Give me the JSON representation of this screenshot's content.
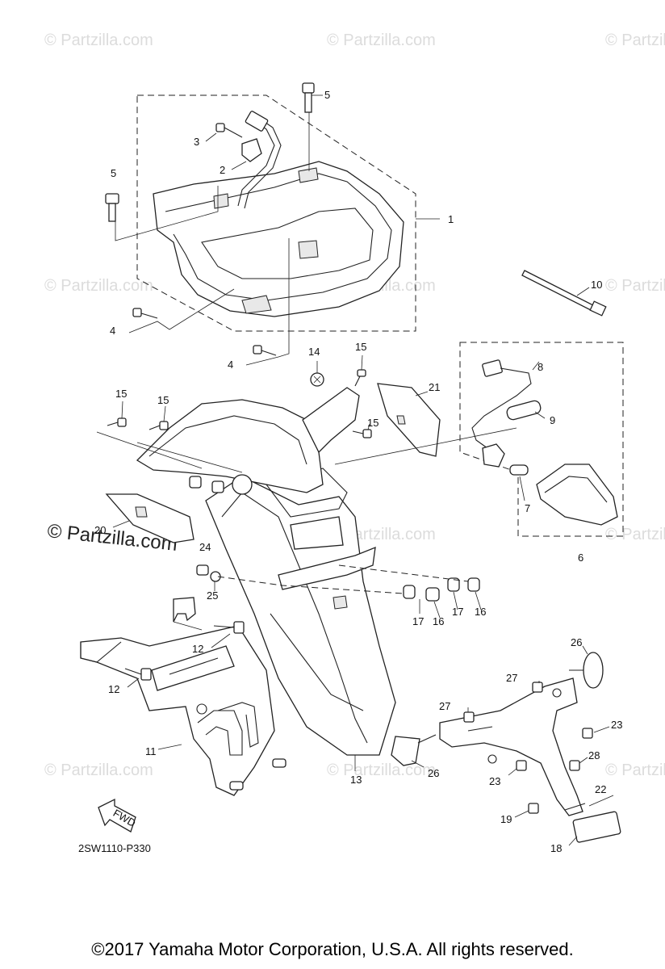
{
  "watermark": "© Partzilla.com",
  "reference_code": "2SW1110-P330",
  "fwd_label": "FWD",
  "copyright": "©2017 Yamaha Motor Corporation, U.S.A. All rights reserved.",
  "callouts": {
    "c1": "1",
    "c2": "2",
    "c3": "3",
    "c4a": "4",
    "c4b": "4",
    "c5a": "5",
    "c5b": "5",
    "c6": "6",
    "c7": "7",
    "c8": "8",
    "c9": "9",
    "c10": "10",
    "c11": "11",
    "c12a": "12",
    "c12b": "12",
    "c13": "13",
    "c14": "14",
    "c15a": "15",
    "c15b": "15",
    "c15c": "15",
    "c15d": "15",
    "c16a": "16",
    "c16b": "16",
    "c17a": "17",
    "c17b": "17",
    "c18": "18",
    "c19": "19",
    "c20": "20",
    "c21": "21",
    "c22": "22",
    "c23a": "23",
    "c23b": "23",
    "c24": "24",
    "c25": "25",
    "c26a": "26",
    "c26b": "26",
    "c27a": "27",
    "c27b": "27",
    "c28": "28"
  }
}
